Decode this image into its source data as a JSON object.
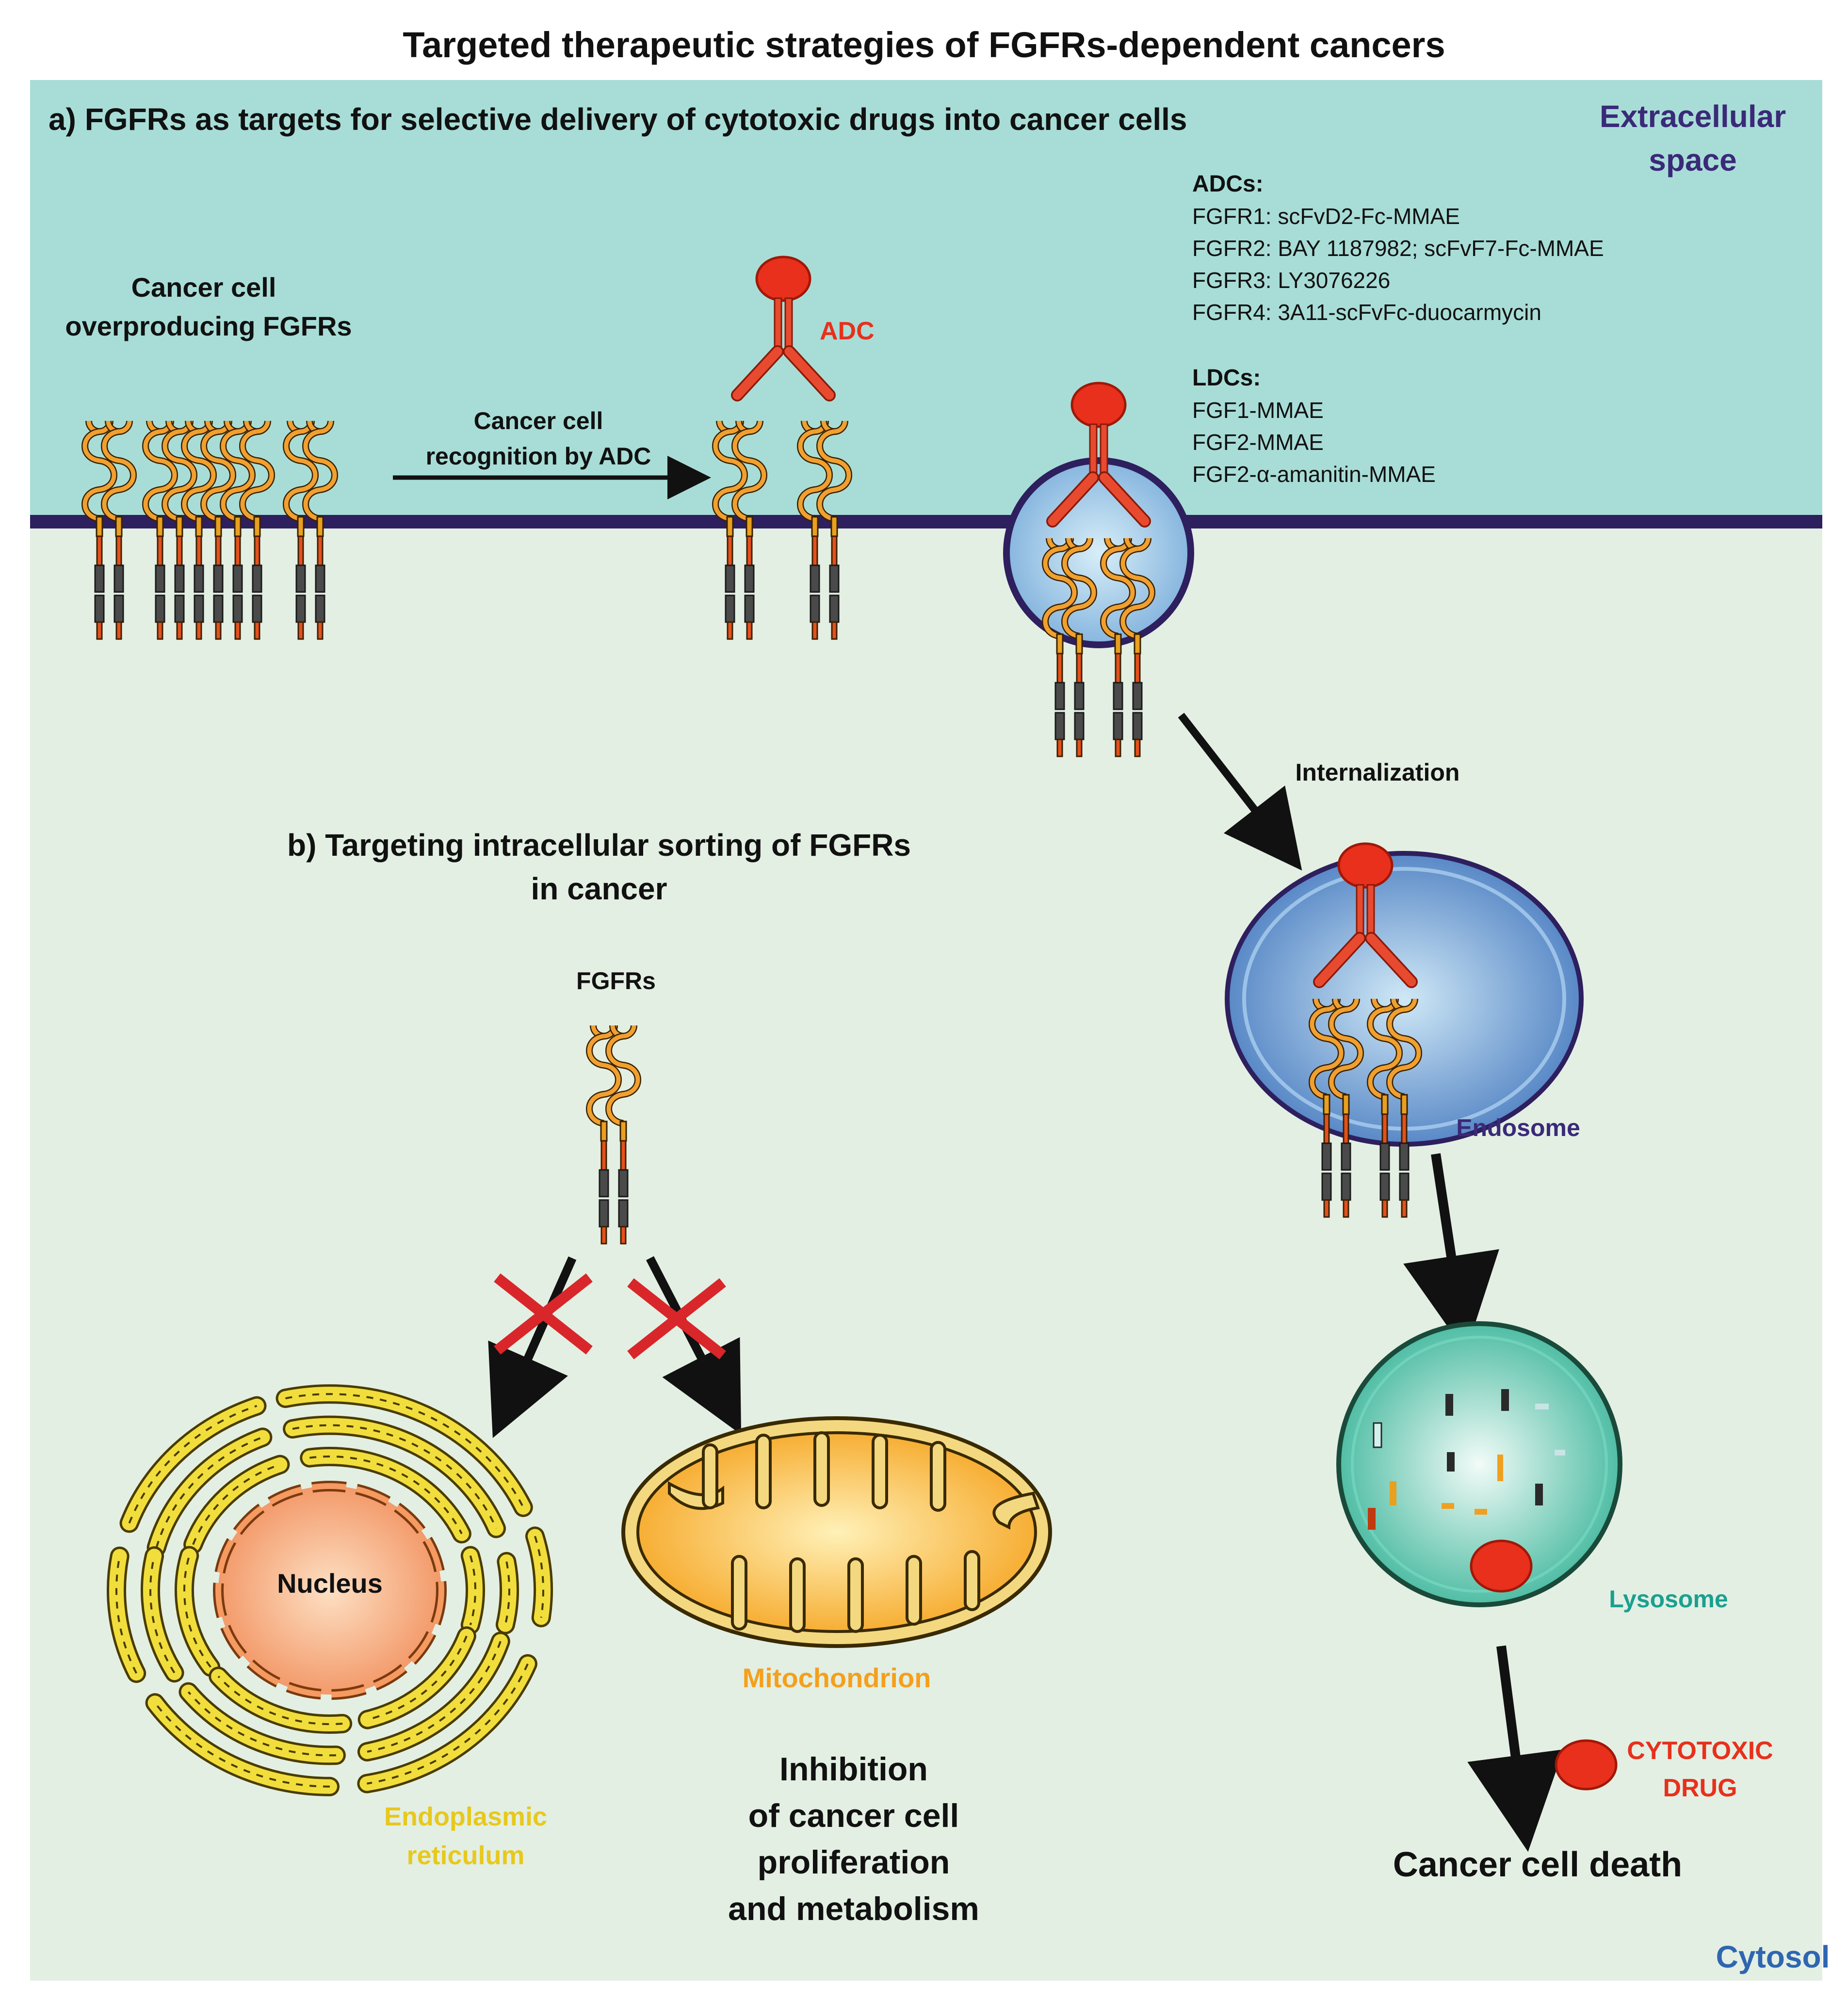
{
  "title": "Targeted therapeutic strategies of FGFRs-dependent cancers",
  "section_a": {
    "heading": "a) FGFRs as targets for selective delivery of cytotoxic drugs into cancer cells",
    "region_label_line1": "Extracellular",
    "region_label_line2": "space",
    "cancer_cell_line1": "Cancer cell",
    "cancer_cell_line2": "overproducing FGFRs",
    "recognition_line1": "Cancer cell",
    "recognition_line2": "recognition by ADC",
    "adc_label": "ADC",
    "adcs_heading": "ADCs:",
    "adcs": [
      "FGFR1: scFvD2-Fc-MMAE",
      "FGFR2: BAY 1187982; scFvF7-Fc-MMAE",
      "FGFR3: LY3076226",
      "FGFR4: 3A11-scFvFc-duocarmycin"
    ],
    "ldcs_heading": "LDCs:",
    "ldcs": [
      "FGF1-MMAE",
      "FGF2-MMAE",
      "FGF2-α-amanitin-MMAE"
    ],
    "internalization": "Internalization",
    "endosome": "Endosome",
    "lysosome": "Lysosome",
    "cytotoxic_line1": "CYTOTOXIC",
    "cytotoxic_line2": "DRUG",
    "cell_death": "Cancer cell death"
  },
  "section_b": {
    "heading_line1": "b) Targeting intracellular sorting of FGFRs",
    "heading_line2": "in cancer",
    "fgfrs": "FGFRs",
    "nucleus": "Nucleus",
    "er_line1": "Endoplasmic",
    "er_line2": "reticulum",
    "mitochondrion": "Mitochondrion",
    "inhibition_lines": [
      "Inhibition",
      "of cancer cell",
      "proliferation",
      "and metabolism"
    ]
  },
  "cytosol": "Cytosol",
  "colors": {
    "extracellular": "#a8ddd7",
    "cytosol": "#e3efe3",
    "membrane": "#2e1f5e",
    "receptor_orange": "#f0a030",
    "drug_red": "#e8301c",
    "endosome_blue": "#5f8fcc",
    "lysosome_teal": "#5cc8b0",
    "region_purple": "#3a2a78",
    "cytosol_blue": "#2f66b0",
    "er_yellow": "#e8c81c",
    "mito_orange": "#f4a01c"
  }
}
